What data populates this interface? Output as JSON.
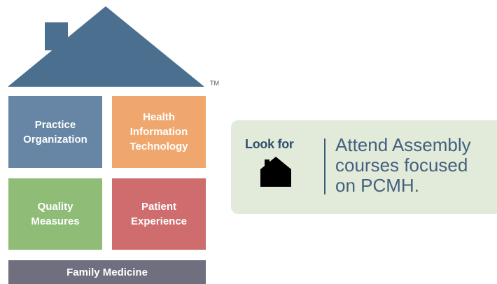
{
  "house": {
    "trademark": "TM",
    "pillars": [
      {
        "lines": [
          "Practice",
          "Organization"
        ]
      },
      {
        "lines": [
          "Health",
          "Information",
          "Technology"
        ]
      },
      {
        "lines": [
          "Quality",
          "Measures"
        ]
      },
      {
        "lines": [
          "Patient",
          "Experience"
        ]
      }
    ],
    "foundation": "Family Medicine",
    "colors": {
      "roof": "#4a6f8f",
      "practice_organization": "#6785a4",
      "health_it": "#f0a76d",
      "quality_measures": "#8fbc76",
      "patient_experience": "#cf6c6d",
      "foundation": "#6f6f7f"
    }
  },
  "callout": {
    "label": "Look for",
    "icon": "house-icon",
    "lines": [
      "Attend Assembly",
      "courses focused",
      "on PCMH."
    ],
    "background": "#e2ebda"
  }
}
